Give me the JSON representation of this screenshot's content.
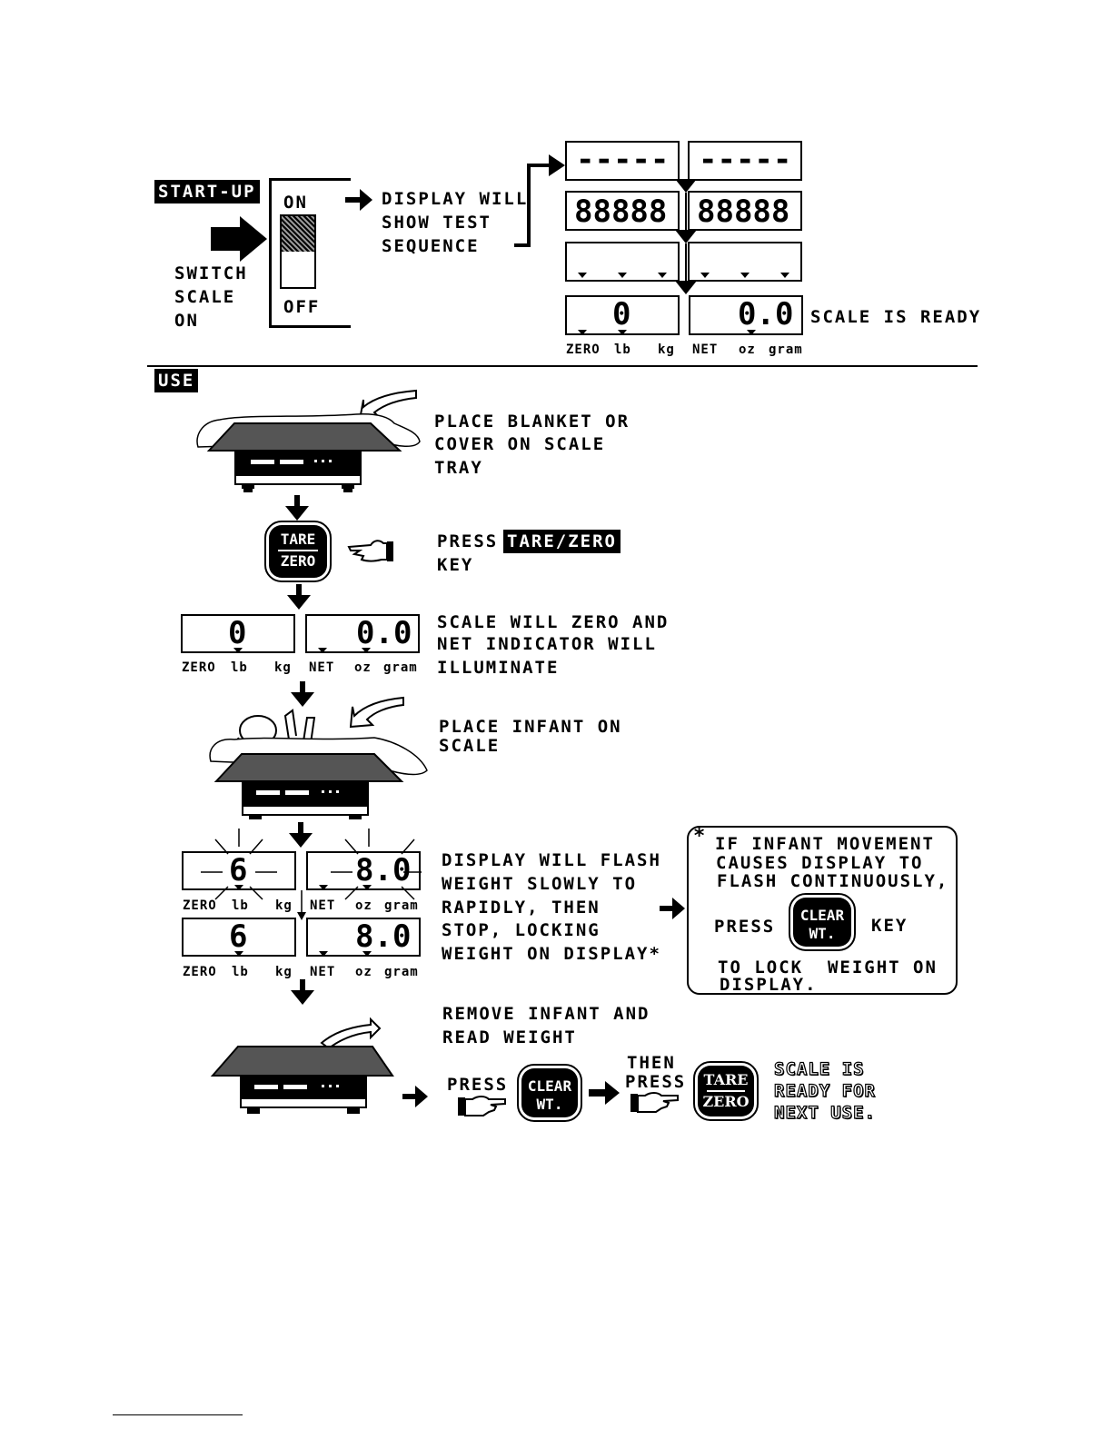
{
  "startup": {
    "badge": "START-UP",
    "switch_on": "ON",
    "switch_off": "OFF",
    "switch_label": [
      "SWITCH",
      "SCALE",
      "ON"
    ],
    "display_text": [
      "DISPLAY WILL",
      "SHOW TEST",
      "SEQUENCE"
    ],
    "test_dashes": "-----",
    "test_eights": "88888",
    "ready_left": "0",
    "ready_right": "0.0",
    "ready_text": "SCALE IS READY",
    "indicators": {
      "zero": "ZERO",
      "lb": "lb",
      "kg": "kg",
      "net": "NET",
      "oz": "oz",
      "gram": "gram"
    }
  },
  "use": {
    "badge": "USE",
    "step1": [
      "PLACE BLANKET OR",
      "COVER ON SCALE",
      "TRAY"
    ],
    "step2_press": "PRESS",
    "step2_key": "TARE/ZERO",
    "step2_tail": "KEY",
    "tare_key": [
      "TARE",
      "ZERO"
    ],
    "step3": [
      "SCALE WILL ZERO AND",
      "NET INDICATOR WILL",
      "ILLUMINATE"
    ],
    "step3_left": "0",
    "step3_right": "0.0",
    "step4": [
      "PLACE INFANT ON",
      "SCALE"
    ],
    "step5": [
      "DISPLAY WILL FLASH",
      "WEIGHT SLOWLY TO",
      "RAPIDLY, THEN",
      "STOP, LOCKING",
      "WEIGHT ON DISPLAY*"
    ],
    "flash_left": "6",
    "flash_right": "8.0",
    "lock_left": "6",
    "lock_right": "8.0",
    "note_star": "*",
    "note_lines": [
      "IF INFANT MOVEMENT",
      "CAUSES DISPLAY TO",
      "FLASH CONTINUOUSLY,"
    ],
    "note_press": "PRESS",
    "note_key": "KEY",
    "note_tail": [
      "TO LOCK  WEIGHT ON",
      "DISPLAY."
    ],
    "clear_key": [
      "CLEAR",
      "WT."
    ],
    "step6": [
      "REMOVE INFANT AND",
      "READ WEIGHT"
    ],
    "final_press": "PRESS",
    "final_then": [
      "THEN",
      "PRESS"
    ],
    "final_ready": [
      "SCALE IS",
      "READY FOR",
      "NEXT USE."
    ]
  }
}
